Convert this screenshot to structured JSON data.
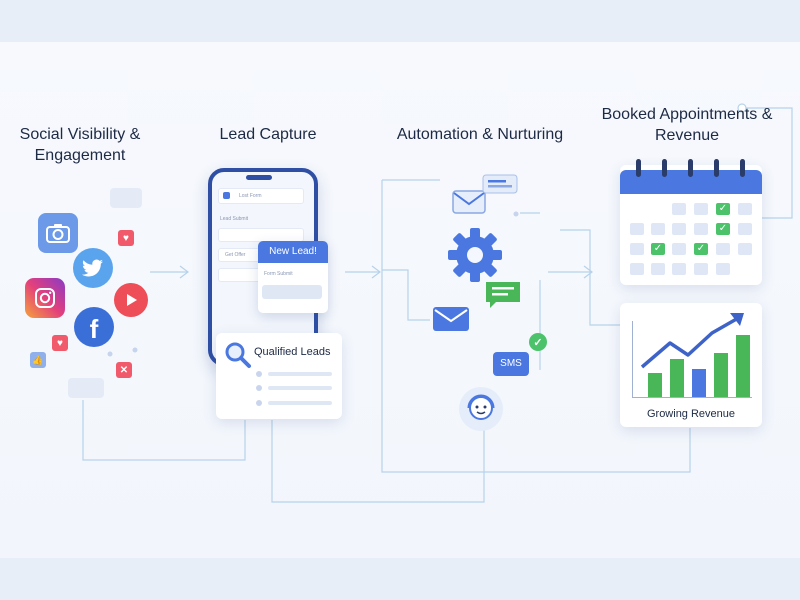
{
  "stages": {
    "social": "Social Visibility & Engagement",
    "lead_capture": "Lead Capture",
    "automation": "Automation & Nurturing",
    "booked": "Booked Appointments & Revenue"
  },
  "phone": {
    "header_text": "Lost Form",
    "field_label": "Lead Submit",
    "row_text": "Get Offer"
  },
  "new_lead": {
    "title": "New Lead!",
    "subtitle": "Form Submit"
  },
  "qualified_leads": {
    "label": "Qualified Leads"
  },
  "automation": {
    "sms_label": "SMS"
  },
  "revenue": {
    "label": "Growing Revenue"
  },
  "colors": {
    "accent_blue": "#4a78e0",
    "green": "#49b757",
    "connector": "#b7d3ea"
  },
  "icons": [
    "camera-icon",
    "twitter-icon",
    "instagram-icon",
    "youtube-icon",
    "facebook-icon",
    "heart-icon",
    "gear-icon",
    "mail-icon",
    "chat-icon",
    "check-icon",
    "support-agent-icon",
    "calendar-icon",
    "magnifier-icon"
  ]
}
